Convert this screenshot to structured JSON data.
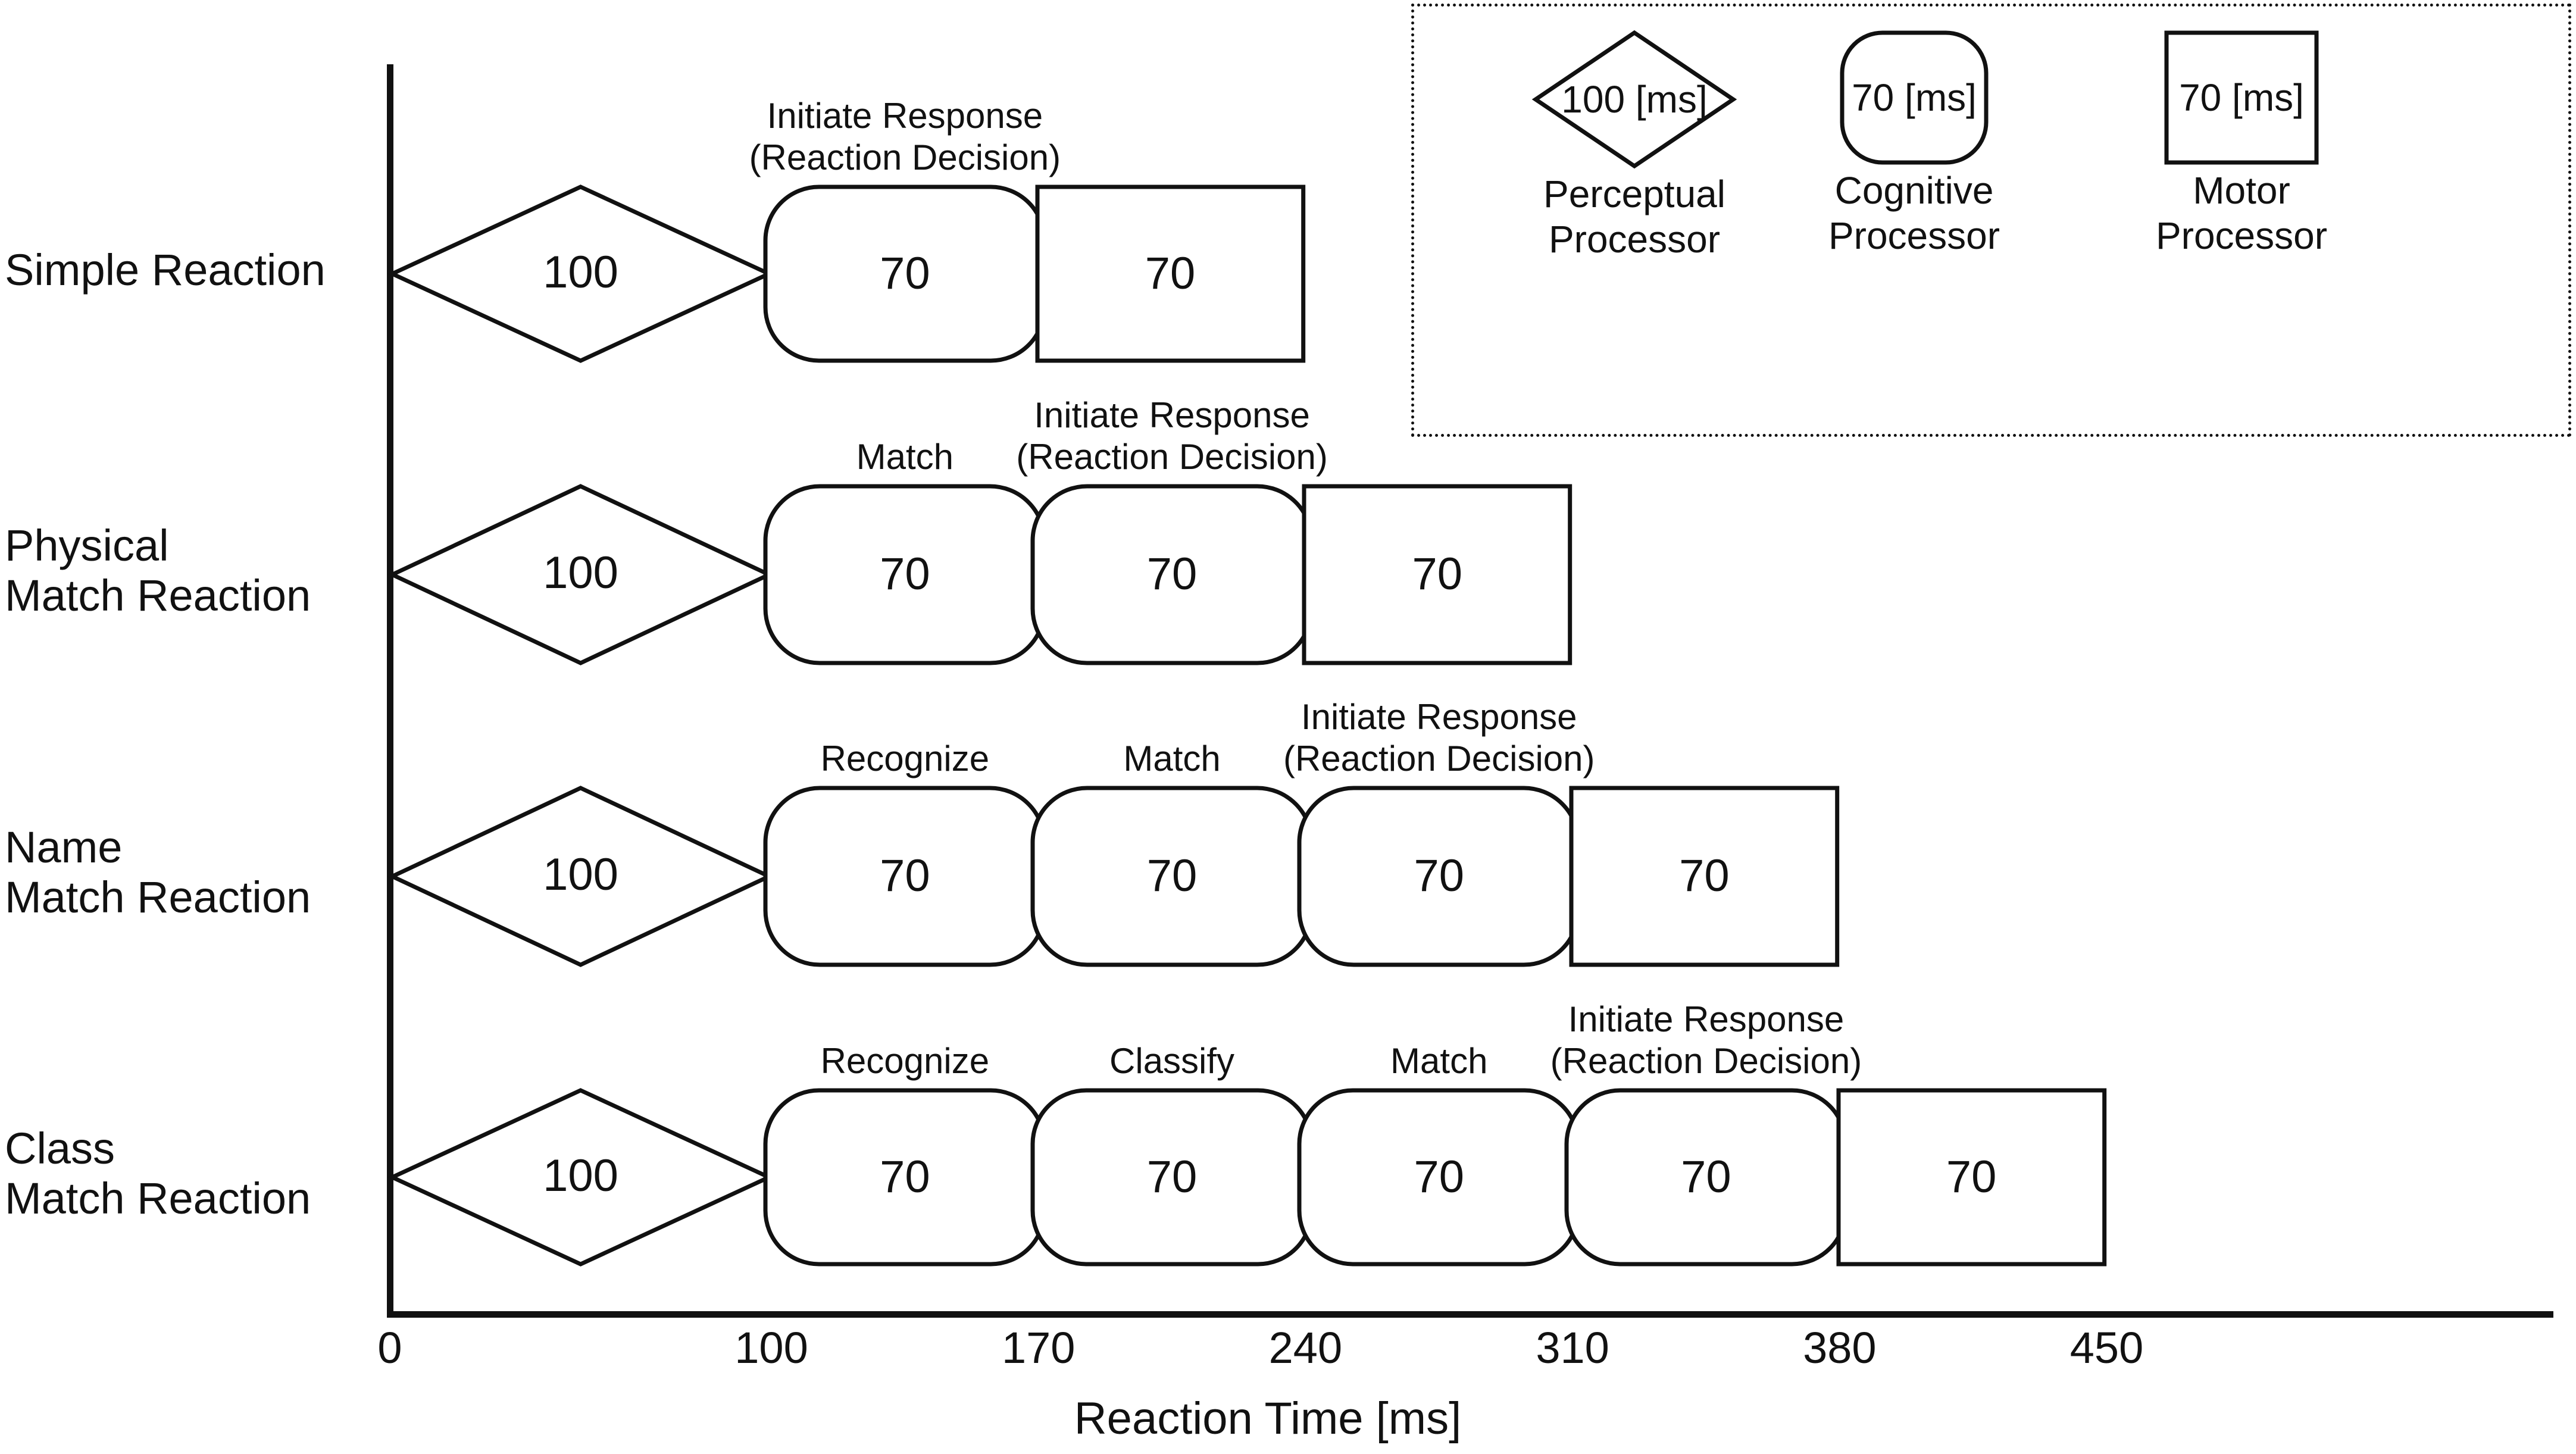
{
  "axis": {
    "x_title": "Reaction Time [ms]",
    "ticks": [
      "0",
      "100",
      "170",
      "240",
      "310",
      "380",
      "450"
    ]
  },
  "rows": [
    {
      "label": "Simple Reaction",
      "stages": [
        {
          "value": "100",
          "type": "perceptual",
          "caption": ""
        },
        {
          "value": "70",
          "type": "cognitive",
          "caption": "Initiate Response\n(Reaction Decision)"
        },
        {
          "value": "70",
          "type": "motor",
          "caption": ""
        }
      ]
    },
    {
      "label": "Physical\nMatch Reaction",
      "stages": [
        {
          "value": "100",
          "type": "perceptual",
          "caption": ""
        },
        {
          "value": "70",
          "type": "cognitive",
          "caption": "Match"
        },
        {
          "value": "70",
          "type": "cognitive",
          "caption": "Initiate Response\n(Reaction Decision)"
        },
        {
          "value": "70",
          "type": "motor",
          "caption": ""
        }
      ]
    },
    {
      "label": "Name\nMatch Reaction",
      "stages": [
        {
          "value": "100",
          "type": "perceptual",
          "caption": ""
        },
        {
          "value": "70",
          "type": "cognitive",
          "caption": "Recognize"
        },
        {
          "value": "70",
          "type": "cognitive",
          "caption": "Match"
        },
        {
          "value": "70",
          "type": "cognitive",
          "caption": "Initiate Response\n(Reaction Decision)"
        },
        {
          "value": "70",
          "type": "motor",
          "caption": ""
        }
      ]
    },
    {
      "label": "Class\nMatch Reaction",
      "stages": [
        {
          "value": "100",
          "type": "perceptual",
          "caption": ""
        },
        {
          "value": "70",
          "type": "cognitive",
          "caption": "Recognize"
        },
        {
          "value": "70",
          "type": "cognitive",
          "caption": "Classify"
        },
        {
          "value": "70",
          "type": "cognitive",
          "caption": "Match"
        },
        {
          "value": "70",
          "type": "cognitive",
          "caption": "Initiate Response\n(Reaction Decision)"
        },
        {
          "value": "70",
          "type": "motor",
          "caption": ""
        }
      ]
    }
  ],
  "legend": {
    "items": [
      {
        "value": "100 [ms]",
        "caption": "Perceptual\nProcessor",
        "type": "perceptual"
      },
      {
        "value": "70 [ms]",
        "caption": "Cognitive\nProcessor",
        "type": "cognitive"
      },
      {
        "value": "70 [ms]",
        "caption": "Motor\nProcessor",
        "type": "motor"
      }
    ]
  },
  "chart_data": {
    "type": "bar",
    "title": "",
    "xlabel": "Reaction Time [ms]",
    "ylabel": "",
    "xlim": [
      0,
      450
    ],
    "xticks": [
      0,
      100,
      170,
      240,
      310,
      380,
      450
    ],
    "grid": false,
    "legend_position": "top-right",
    "categories": [
      "Simple Reaction",
      "Physical Match Reaction",
      "Name Match Reaction",
      "Class Match Reaction"
    ],
    "stacked_segments": {
      "Simple Reaction": [
        {
          "processor": "Perceptual",
          "duration_ms": 100,
          "start_ms": 0,
          "end_ms": 100,
          "label": ""
        },
        {
          "processor": "Cognitive",
          "duration_ms": 70,
          "start_ms": 100,
          "end_ms": 170,
          "label": "Initiate Response (Reaction Decision)"
        },
        {
          "processor": "Motor",
          "duration_ms": 70,
          "start_ms": 170,
          "end_ms": 240,
          "label": ""
        }
      ],
      "Physical Match Reaction": [
        {
          "processor": "Perceptual",
          "duration_ms": 100,
          "start_ms": 0,
          "end_ms": 100,
          "label": ""
        },
        {
          "processor": "Cognitive",
          "duration_ms": 70,
          "start_ms": 100,
          "end_ms": 170,
          "label": "Match"
        },
        {
          "processor": "Cognitive",
          "duration_ms": 70,
          "start_ms": 170,
          "end_ms": 240,
          "label": "Initiate Response (Reaction Decision)"
        },
        {
          "processor": "Motor",
          "duration_ms": 70,
          "start_ms": 240,
          "end_ms": 310,
          "label": ""
        }
      ],
      "Name Match Reaction": [
        {
          "processor": "Perceptual",
          "duration_ms": 100,
          "start_ms": 0,
          "end_ms": 100,
          "label": ""
        },
        {
          "processor": "Cognitive",
          "duration_ms": 70,
          "start_ms": 100,
          "end_ms": 170,
          "label": "Recognize"
        },
        {
          "processor": "Cognitive",
          "duration_ms": 70,
          "start_ms": 170,
          "end_ms": 240,
          "label": "Match"
        },
        {
          "processor": "Cognitive",
          "duration_ms": 70,
          "start_ms": 240,
          "end_ms": 310,
          "label": "Initiate Response (Reaction Decision)"
        },
        {
          "processor": "Motor",
          "duration_ms": 70,
          "start_ms": 310,
          "end_ms": 380,
          "label": ""
        }
      ],
      "Class Match Reaction": [
        {
          "processor": "Perceptual",
          "duration_ms": 100,
          "start_ms": 0,
          "end_ms": 100,
          "label": ""
        },
        {
          "processor": "Cognitive",
          "duration_ms": 70,
          "start_ms": 100,
          "end_ms": 170,
          "label": "Recognize"
        },
        {
          "processor": "Cognitive",
          "duration_ms": 70,
          "start_ms": 170,
          "end_ms": 240,
          "label": "Classify"
        },
        {
          "processor": "Cognitive",
          "duration_ms": 70,
          "start_ms": 240,
          "end_ms": 310,
          "label": "Match"
        },
        {
          "processor": "Cognitive",
          "duration_ms": 70,
          "start_ms": 310,
          "end_ms": 380,
          "label": "Initiate Response (Reaction Decision)"
        },
        {
          "processor": "Motor",
          "duration_ms": 70,
          "start_ms": 380,
          "end_ms": 450,
          "label": ""
        }
      ]
    },
    "totals_ms": [
      240,
      310,
      380,
      450
    ]
  }
}
